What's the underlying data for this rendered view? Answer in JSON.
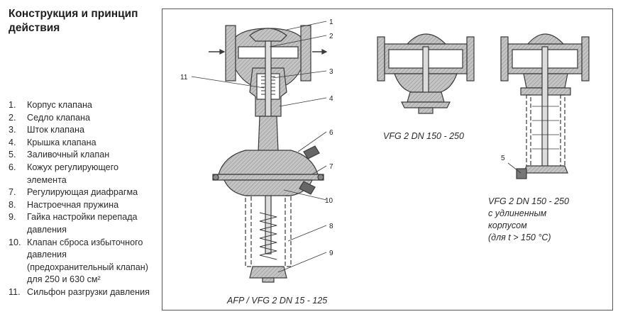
{
  "title": "Конструкция и принцип действия",
  "legend": [
    {
      "num": "1.",
      "text": "Корпус клапана"
    },
    {
      "num": "2.",
      "text": "Седло клапана"
    },
    {
      "num": "3.",
      "text": "Шток клапана"
    },
    {
      "num": "4.",
      "text": "Крышка клапана"
    },
    {
      "num": "5.",
      "text": "Заливочный клапан"
    },
    {
      "num": "6.",
      "text": "Кожух регулирующего элемента"
    },
    {
      "num": "7.",
      "text": "Регулирующая диафрагма"
    },
    {
      "num": "8.",
      "text": "Настроечная пружина"
    },
    {
      "num": "9.",
      "text": "Гайка настройки перепада давления"
    },
    {
      "num": "10.",
      "text": "Клапан сброса избыточного давления (предохранительный клапан) для 250 и 630 см²"
    },
    {
      "num": "11.",
      "text": "Сильфон разгрузки давления"
    }
  ],
  "callouts": [
    "1",
    "2",
    "3",
    "4",
    "5",
    "6",
    "7",
    "8",
    "9",
    "10",
    "11"
  ],
  "captions": {
    "main": "AFP / VFG 2 DN 15 - 125",
    "middle": "VFG 2 DN 150 - 250",
    "right": [
      "VFG 2 DN 150 - 250",
      "с удлиненным",
      "корпусом",
      "(для t > 150 °С)"
    ]
  },
  "colors": {
    "metal": "#b9b9b9",
    "line": "#3a3a3a",
    "frame": "#555555"
  }
}
